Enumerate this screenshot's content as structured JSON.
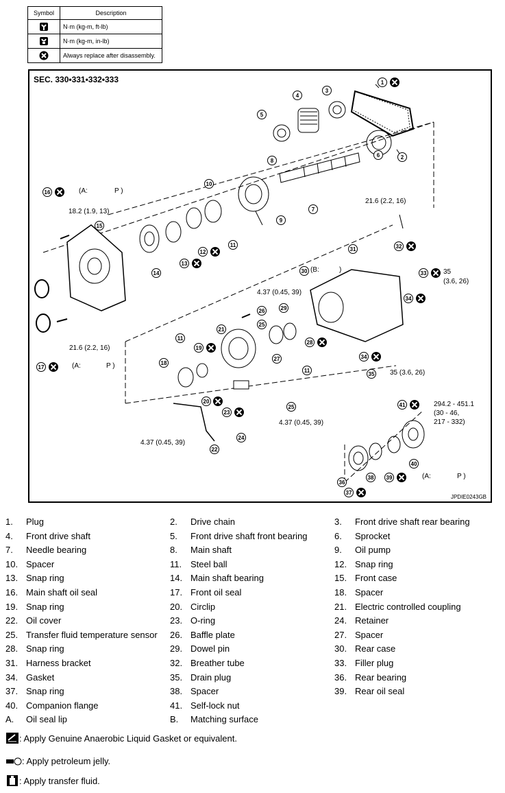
{
  "symbol_table": {
    "header_symbol": "Symbol",
    "header_description": "Description",
    "rows": [
      {
        "icon": "torque-wrench-icon",
        "text": "N·m (kg-m, ft-lb)"
      },
      {
        "icon": "torque-wrench-small-icon",
        "text": "N·m (kg-m, in-lb)"
      },
      {
        "icon": "replace-x-icon",
        "text": "Always replace after disassembly."
      }
    ]
  },
  "diagram": {
    "section": "SEC. 330•331•332•333",
    "code": "JPDIE0243GB",
    "labels": {
      "a_p_16": "(A:",
      "a_p_16b": "P )",
      "t_18_2": "18.2 (1.9, 13)",
      "t_21_6_top": "21.6 (2.2, 16)",
      "t_4_37_a": "4.37 (0.45, 39)",
      "b_30": "(B:",
      "b_30b": ")",
      "t_35_a": "35",
      "t_35_a2": "(3.6, 26)",
      "t_21_6_left": "21.6 (2.2, 16)",
      "a_p_17": "(A:",
      "a_p_17b": "P )",
      "t_35_b": "35 (3.6, 26)",
      "t_294": "294.2 - 451.1",
      "t_294b": "(30 - 46,",
      "t_294c": "217 - 332)",
      "t_4_37_b": "4.37 (0.45, 39)",
      "t_4_37_c": "4.37 (0.45, 39)",
      "a_p_39": "(A:",
      "a_p_39b": "P )"
    }
  },
  "legend": [
    [
      {
        "n": "1.",
        "t": "Plug"
      },
      {
        "n": "2.",
        "t": "Drive chain"
      },
      {
        "n": "3.",
        "t": "Front drive shaft rear bearing"
      }
    ],
    [
      {
        "n": "4.",
        "t": "Front drive shaft"
      },
      {
        "n": "5.",
        "t": "Front drive shaft front bearing"
      },
      {
        "n": "6.",
        "t": "Sprocket"
      }
    ],
    [
      {
        "n": "7.",
        "t": "Needle bearing"
      },
      {
        "n": "8.",
        "t": "Main shaft"
      },
      {
        "n": "9.",
        "t": "Oil pump"
      }
    ],
    [
      {
        "n": "10.",
        "t": "Spacer"
      },
      {
        "n": "11.",
        "t": "Steel ball"
      },
      {
        "n": "12.",
        "t": "Snap ring"
      }
    ],
    [
      {
        "n": "13.",
        "t": "Snap ring"
      },
      {
        "n": "14.",
        "t": "Main shaft bearing"
      },
      {
        "n": "15.",
        "t": "Front case"
      }
    ],
    [
      {
        "n": "16.",
        "t": "Main shaft oil seal"
      },
      {
        "n": "17.",
        "t": "Front oil seal"
      },
      {
        "n": "18.",
        "t": "Spacer"
      }
    ],
    [
      {
        "n": "19.",
        "t": "Snap ring"
      },
      {
        "n": "20.",
        "t": "Circlip"
      },
      {
        "n": "21.",
        "t": "Electric controlled coupling"
      }
    ],
    [
      {
        "n": "22.",
        "t": "Oil cover"
      },
      {
        "n": "23.",
        "t": "O-ring"
      },
      {
        "n": "24.",
        "t": "Retainer"
      }
    ],
    [
      {
        "n": "25.",
        "t": "Transfer fluid temperature sensor"
      },
      {
        "n": "26.",
        "t": "Baffle plate"
      },
      {
        "n": "27.",
        "t": "Spacer"
      }
    ],
    [
      {
        "n": "28.",
        "t": "Snap ring"
      },
      {
        "n": "29.",
        "t": "Dowel pin"
      },
      {
        "n": "30.",
        "t": "Rear case"
      }
    ],
    [
      {
        "n": "31.",
        "t": "Harness bracket"
      },
      {
        "n": "32.",
        "t": "Breather tube"
      },
      {
        "n": "33.",
        "t": "Filler plug"
      }
    ],
    [
      {
        "n": "34.",
        "t": "Gasket"
      },
      {
        "n": "35.",
        "t": "Drain plug"
      },
      {
        "n": "36.",
        "t": "Rear bearing"
      }
    ],
    [
      {
        "n": "37.",
        "t": "Snap ring"
      },
      {
        "n": "38.",
        "t": "Spacer"
      },
      {
        "n": "39.",
        "t": "Rear oil seal"
      }
    ],
    [
      {
        "n": "40.",
        "t": "Companion flange"
      },
      {
        "n": "41.",
        "t": "Self-lock nut"
      },
      {
        "n": "",
        "t": ""
      }
    ],
    [
      {
        "n": "A.",
        "t": "Oil seal lip"
      },
      {
        "n": "B.",
        "t": "Matching surface"
      },
      {
        "n": "",
        "t": ""
      }
    ]
  ],
  "notes": {
    "gasket": ": Apply Genuine Anaerobic Liquid Gasket or equivalent.",
    "jelly": ": Apply petroleum jelly.",
    "fluid": ": Apply transfer fluid."
  }
}
